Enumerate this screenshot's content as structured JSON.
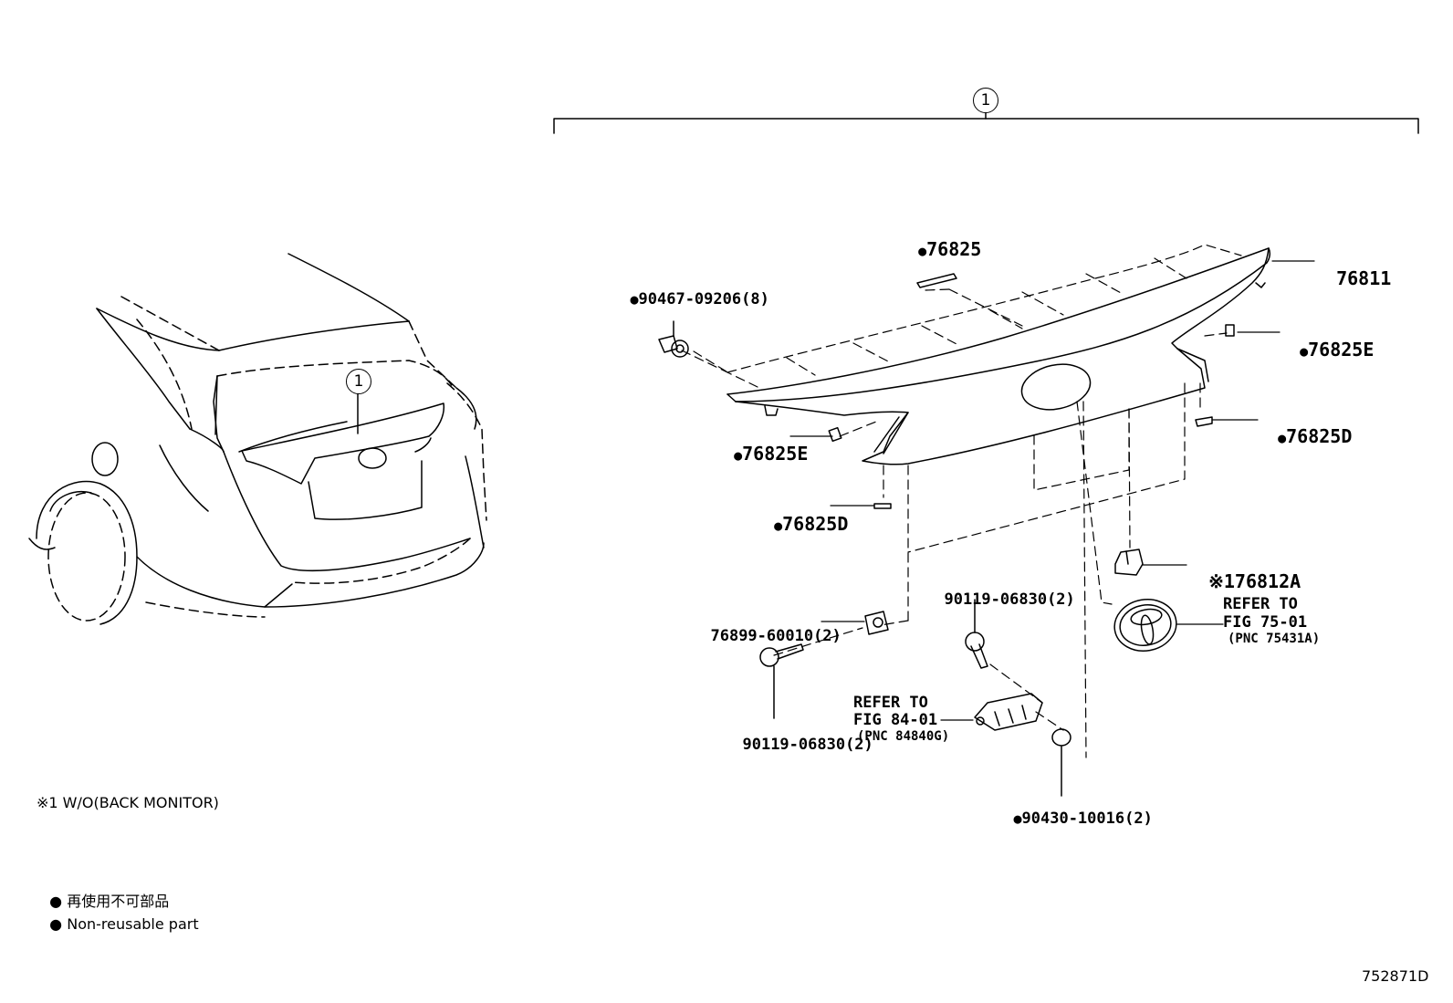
{
  "assembly_callout": "1",
  "vehicle_callout": "1",
  "parts": {
    "p76825": {
      "bullet": "●",
      "number": "76825"
    },
    "p76811": {
      "number": "76811"
    },
    "p76825E_right": {
      "bullet": "●",
      "number": "76825E"
    },
    "p90467": {
      "bullet": "●",
      "number": "90467-09206(8)"
    },
    "p76825E_left": {
      "bullet": "●",
      "number": "76825E"
    },
    "p76825D_right": {
      "bullet": "●",
      "number": "76825D"
    },
    "p76825D_left": {
      "bullet": "●",
      "number": "76825D"
    },
    "p76812A": {
      "prefix": "※1",
      "number": "76812A"
    },
    "p90119_upper": {
      "number": "90119-06830(2)"
    },
    "p76899": {
      "number": "76899-60010(2)"
    },
    "p90119_lower": {
      "number": "90119-06830(2)"
    },
    "p90430": {
      "bullet": "●",
      "number": "90430-10016(2)"
    }
  },
  "refs": {
    "emblem": {
      "line1": "REFER TO",
      "line2": "FIG 75-01",
      "line3": "(PNC 75431A)"
    },
    "lamp": {
      "line1": "REFER TO",
      "line2": "FIG 84-01",
      "line3": "(PNC 84840G)"
    }
  },
  "notes": {
    "footnote": "※1 W/O(BACK MONITOR)",
    "legend_bullet": "●",
    "legend_jp": "再使用不可部品",
    "legend_en": "Non-reusable part"
  },
  "figure_id": "752871D"
}
